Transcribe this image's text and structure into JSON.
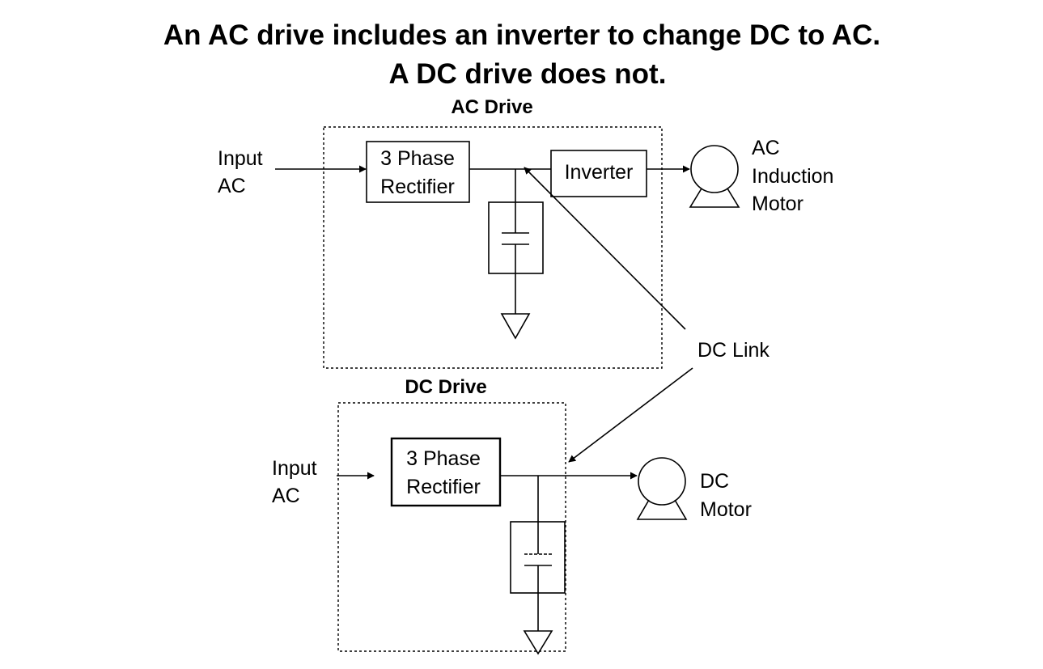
{
  "title": {
    "line1": "An AC drive includes an inverter to change DC to AC.",
    "line2": "A DC drive does not."
  },
  "ac_drive": {
    "heading": "AC Drive",
    "input_label": [
      "Input",
      "AC"
    ],
    "rectifier_label": [
      "3 Phase",
      "Rectifier"
    ],
    "inverter_label": "Inverter",
    "motor_label": [
      "AC",
      "Induction",
      "Motor"
    ]
  },
  "dc_drive": {
    "heading": "DC Drive",
    "input_label": [
      "Input",
      "AC"
    ],
    "rectifier_label": [
      "3 Phase",
      "Rectifier"
    ],
    "motor_label": [
      "DC",
      "Motor"
    ]
  },
  "dc_link_label": "DC Link",
  "icons": {
    "motor": "motor-icon",
    "capacitor": "capacitor-icon",
    "ground": "ground-icon"
  }
}
